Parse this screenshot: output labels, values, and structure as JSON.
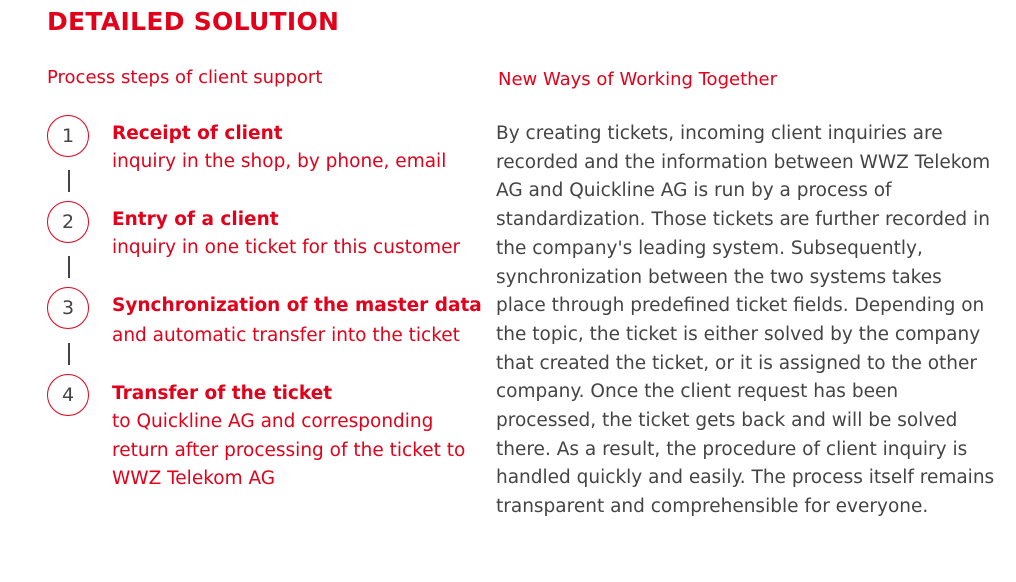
{
  "page": {
    "title": "DETAILED SOLUTION"
  },
  "left": {
    "heading": "Process steps of client support",
    "steps": [
      {
        "number": "1",
        "title": "Receipt of client",
        "description": "inquiry  in the shop, by phone, email"
      },
      {
        "number": "2",
        "title": "Entry of a client",
        "description": "inquiry  in one ticket for this customer"
      },
      {
        "number": "3",
        "title": "Synchronization of the master data",
        "description": "and automatic transfer into the ticket"
      },
      {
        "number": "4",
        "title": "Transfer of the ticket",
        "description": "to Quickline AG and corresponding return after processing of the ticket to WWZ Telekom AG"
      }
    ]
  },
  "right": {
    "heading": "New Ways of Working Together",
    "body": "By creating tickets, incoming client inquiries are recorded and the information between WWZ Telekom AG and Quickline AG is run by a process of standardization. Those tickets are further recorded in the company's leading system. Subsequently, synchronization between the two systems takes place through predefined ticket fields. Depending on the topic, the ticket is either solved by the company that created the ticket, or it is assigned to the other company. Once the client request has been processed, the ticket gets back and will be solved there. As a result, the procedure of client inquiry is handled quickly and easily. The process itself remains transparent and comprehensible for everyone."
  },
  "colors": {
    "accent": "#e2001a",
    "text": "#444444",
    "background": "#ffffff"
  }
}
